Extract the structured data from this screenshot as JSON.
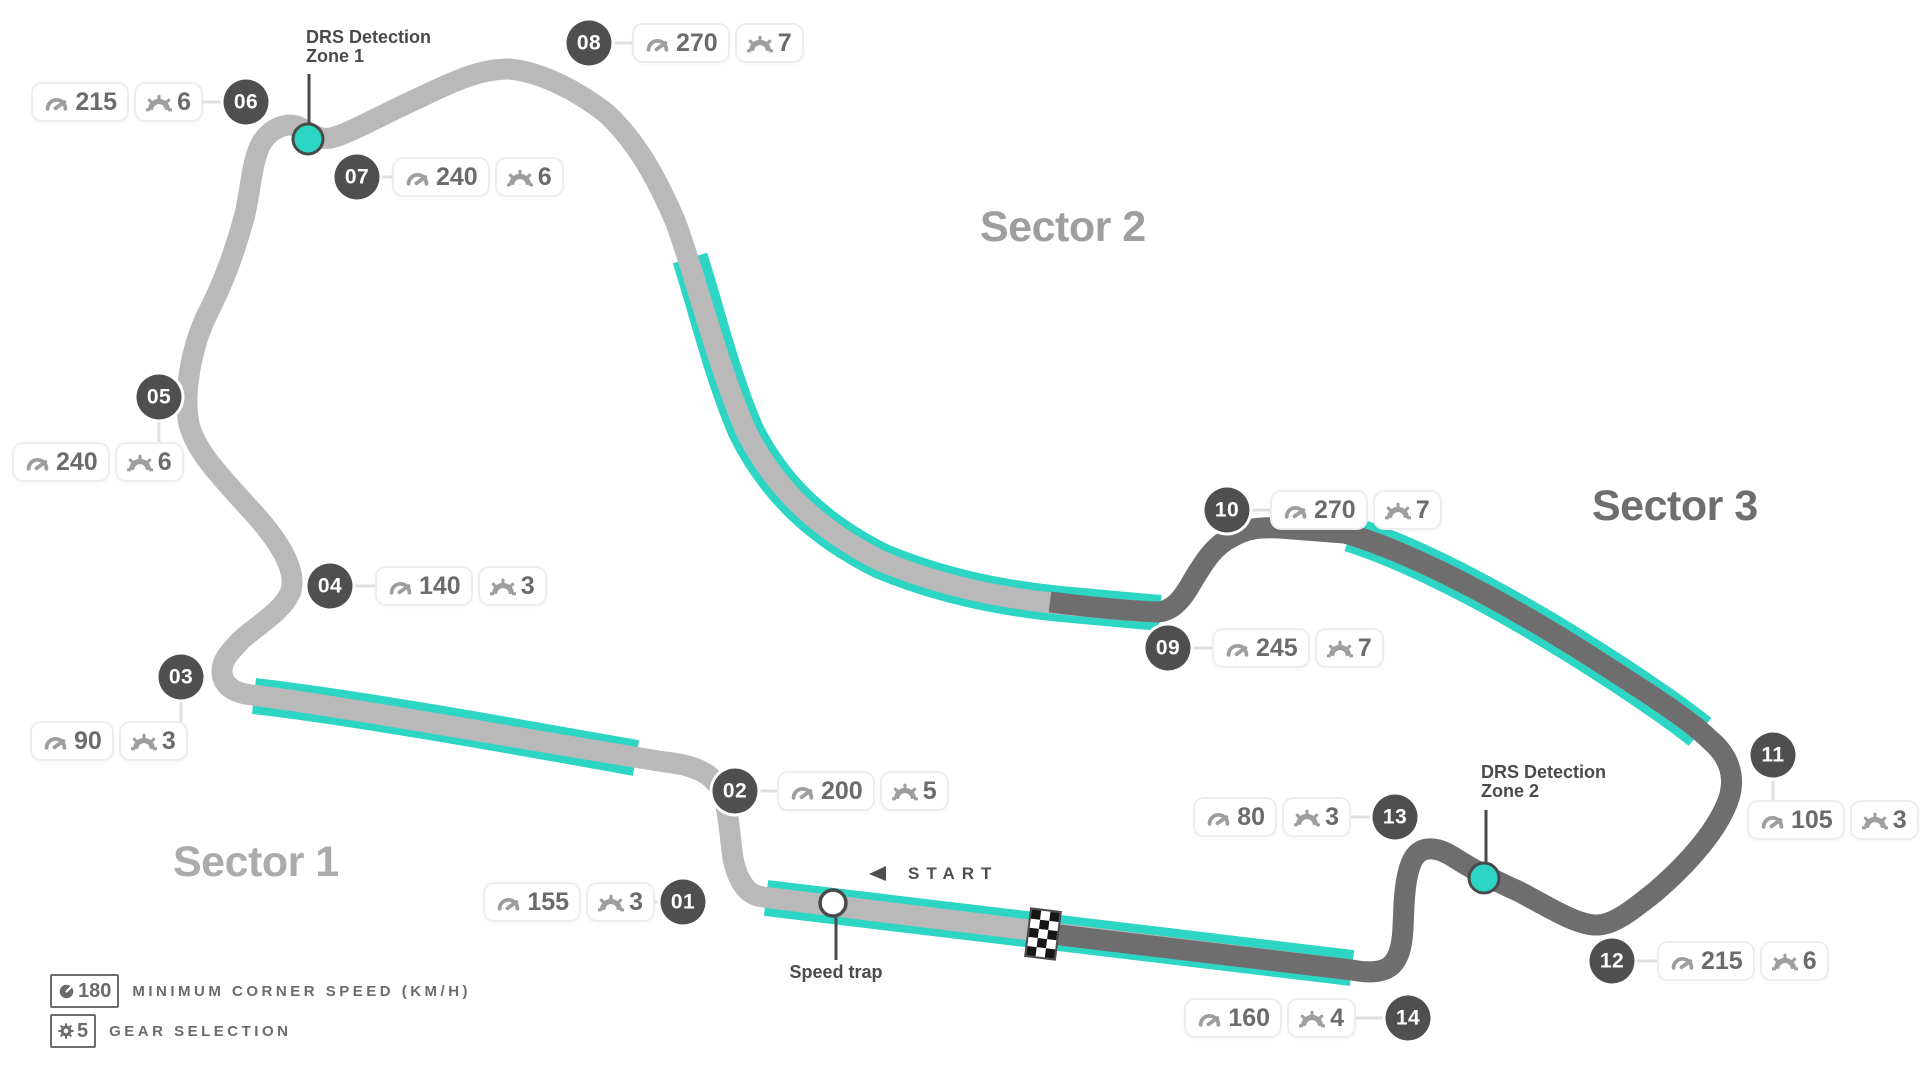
{
  "sectors": [
    {
      "label": "Sector 1"
    },
    {
      "label": "Sector 2"
    },
    {
      "label": "Sector 3"
    }
  ],
  "corners": [
    {
      "number": "01",
      "speed": "155",
      "gear": "3"
    },
    {
      "number": "02",
      "speed": "200",
      "gear": "5"
    },
    {
      "number": "03",
      "speed": "90",
      "gear": "3"
    },
    {
      "number": "04",
      "speed": "140",
      "gear": "3"
    },
    {
      "number": "05",
      "speed": "240",
      "gear": "6"
    },
    {
      "number": "06",
      "speed": "215",
      "gear": "6"
    },
    {
      "number": "07",
      "speed": "240",
      "gear": "6"
    },
    {
      "number": "08",
      "speed": "270",
      "gear": "7"
    },
    {
      "number": "09",
      "speed": "245",
      "gear": "7"
    },
    {
      "number": "10",
      "speed": "270",
      "gear": "7"
    },
    {
      "number": "11",
      "speed": "105",
      "gear": "3"
    },
    {
      "number": "12",
      "speed": "215",
      "gear": "6"
    },
    {
      "number": "13",
      "speed": "80",
      "gear": "3"
    },
    {
      "number": "14",
      "speed": "160",
      "gear": "4"
    }
  ],
  "drs": {
    "zone1": {
      "line1": "DRS Detection",
      "line2": "Zone 1"
    },
    "zone2": {
      "line1": "DRS Detection",
      "line2": "Zone 2"
    }
  },
  "start": {
    "label": "START"
  },
  "speed_trap": {
    "label": "Speed trap"
  },
  "legend": {
    "speed_value": "180",
    "speed_label": "MINIMUM CORNER SPEED (KM/H)",
    "gear_value": "5",
    "gear_label": "GEAR SELECTION"
  },
  "colors": {
    "track_light": "#b9b9b9",
    "track_dark": "#6e6e6e",
    "drs_teal": "#2cd5c4",
    "marker_bg": "#4f4f4f"
  }
}
